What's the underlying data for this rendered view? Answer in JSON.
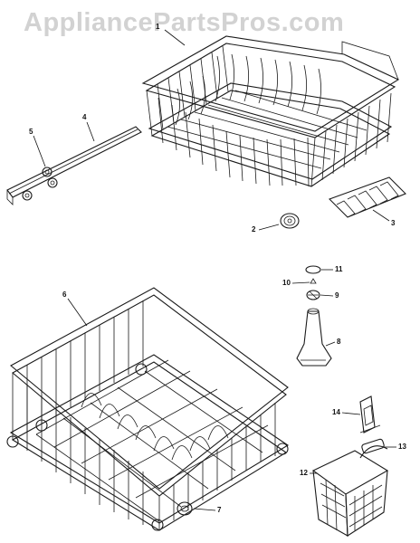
{
  "watermark": {
    "text": "AppliancePartsPros.com"
  },
  "callouts": [
    {
      "id": "1",
      "label": "1"
    },
    {
      "id": "2",
      "label": "2"
    },
    {
      "id": "3",
      "label": "3"
    },
    {
      "id": "4",
      "label": "4"
    },
    {
      "id": "5",
      "label": "5"
    },
    {
      "id": "6",
      "label": "6"
    },
    {
      "id": "7",
      "label": "7"
    },
    {
      "id": "8",
      "label": "8"
    },
    {
      "id": "9",
      "label": "9"
    },
    {
      "id": "10",
      "label": "10"
    },
    {
      "id": "11",
      "label": "11"
    },
    {
      "id": "12",
      "label": "12"
    },
    {
      "id": "13",
      "label": "13"
    },
    {
      "id": "14",
      "label": "14"
    }
  ]
}
